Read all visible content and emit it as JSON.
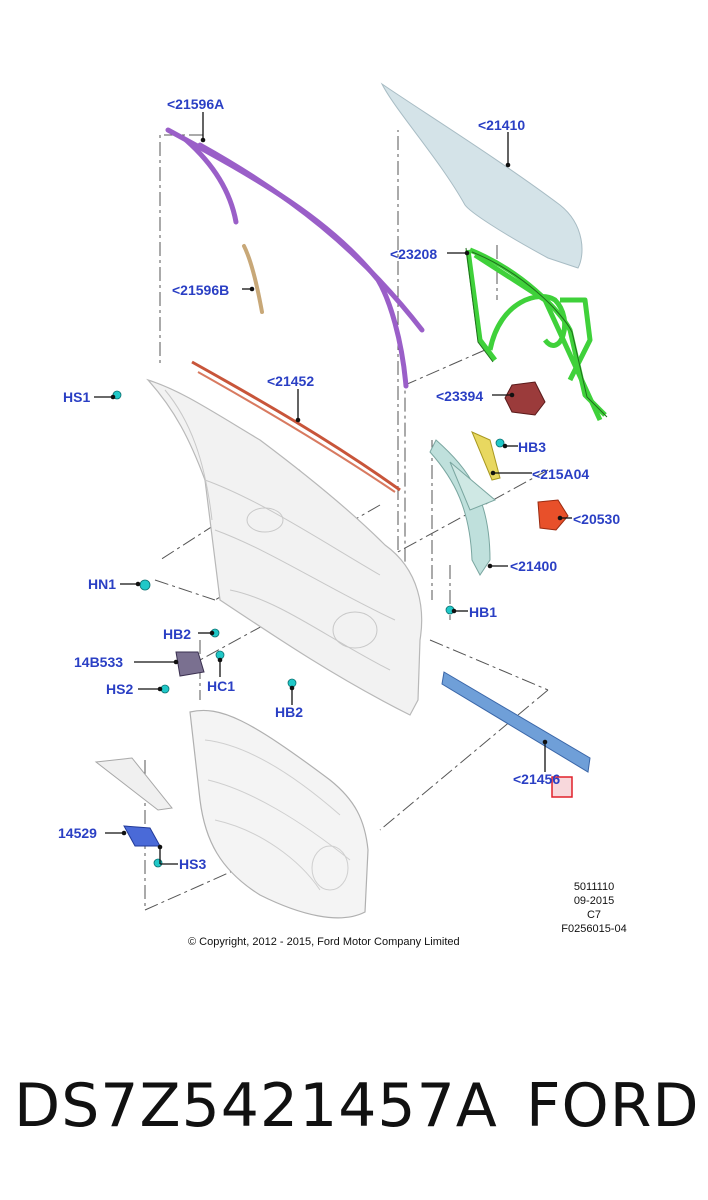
{
  "callouts": {
    "c21596A": "<21596A",
    "c21410": "<21410",
    "c23208": "<23208",
    "c21596B": "<21596B",
    "c21452": "<21452",
    "c23394": "<23394",
    "hb3": "HB3",
    "c215A04": "<215A04",
    "c20530": "<20530",
    "c21400": "<21400",
    "hs1": "HS1",
    "hn1": "HN1",
    "hb1": "HB1",
    "hb2_left": "HB2",
    "c14B533": "14B533",
    "hc1": "HC1",
    "hs2": "HS2",
    "hb2_center": "HB2",
    "c21456": "<21456",
    "c14529": "14529",
    "hs3": "HS3"
  },
  "meta": {
    "line1": "5011110",
    "line2": "09-2015",
    "line3": "C7",
    "line4": "F0256015-04"
  },
  "copyright": "© Copyright, 2012 - 2015, Ford Motor Company Limited",
  "footer": {
    "part_number": "DS7Z5421457A",
    "brand": "FORD"
  },
  "colors": {
    "label": "#2a3fc4",
    "glass": "#d4e3e8",
    "regulator": "#3fd13a",
    "molding_a": "#9a5fc8",
    "weatherstrip": "#c8553a",
    "belt_molding": "#6f9fd8",
    "highlight_box": "#e0202a",
    "fastener": "#20c8c8"
  }
}
